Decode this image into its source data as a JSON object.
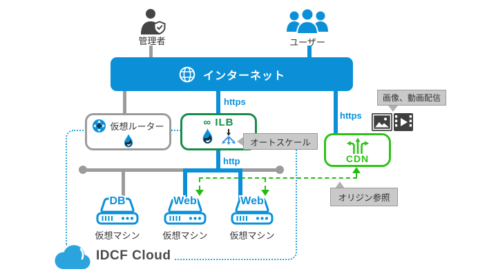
{
  "colors": {
    "blue": "#0b90d8",
    "brand_blue": "#2ba3dc",
    "green_dark": "#168c4a",
    "green_bright": "#2cc315",
    "gray_line": "#9b9b9b",
    "tooltip_bg": "#c9c9c9",
    "icon_dark": "#3f3f3f"
  },
  "actors": {
    "admin": {
      "label": "管理者"
    },
    "users": {
      "label": "ユーザー"
    }
  },
  "internet": {
    "label": "インターネット"
  },
  "connections": {
    "https_ilb": "https",
    "https_cdn": "https",
    "http": "http"
  },
  "router": {
    "label": "仮想ルーター"
  },
  "ilb": {
    "infinity": "∞",
    "label": "ILB"
  },
  "cdn": {
    "label": "CDN"
  },
  "tooltips": {
    "autoscale": "オートスケール",
    "media": "画像、動画配信",
    "origin": "オリジン参照"
  },
  "servers": [
    {
      "type": "DB",
      "label": "仮想マシン"
    },
    {
      "type": "Web",
      "label": "仮想マシン"
    },
    {
      "type": "Web",
      "label": "仮想マシン"
    }
  ],
  "brand": {
    "label": "IDCF Cloud"
  }
}
